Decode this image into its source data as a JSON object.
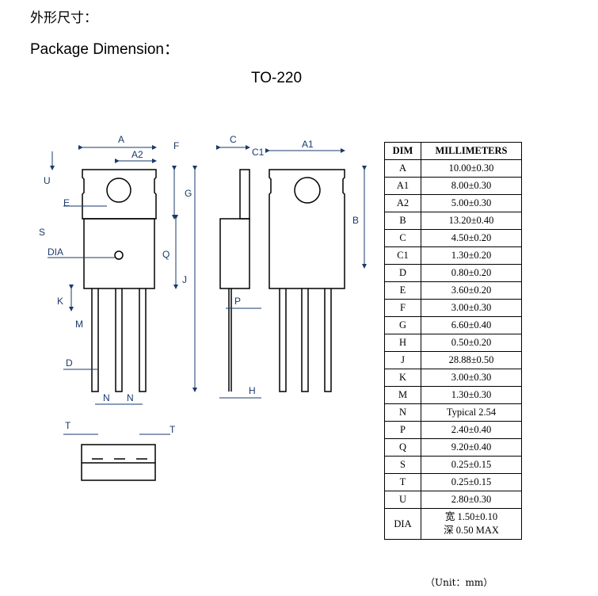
{
  "header": {
    "zh_title": "外形尺寸：",
    "title": "Package Dimension：",
    "package": "TO-220"
  },
  "drawing_labels": {
    "A": "A",
    "A1": "A1",
    "A2": "A2",
    "B": "B",
    "C": "C",
    "C1": "C1",
    "D": "D",
    "E": "E",
    "F": "F",
    "G": "G",
    "H": "H",
    "J": "J",
    "K": "K",
    "M": "M",
    "N": "N",
    "P": "P",
    "Q": "Q",
    "S": "S",
    "T": "T",
    "U": "U",
    "DIA": "DIA"
  },
  "table": {
    "headers": [
      "DIM",
      "MILLIMETERS"
    ],
    "rows": [
      {
        "dim": "A",
        "value": "10.00±0.30"
      },
      {
        "dim": "A1",
        "value": "8.00±0.30"
      },
      {
        "dim": "A2",
        "value": "5.00±0.30"
      },
      {
        "dim": "B",
        "value": "13.20±0.40"
      },
      {
        "dim": "C",
        "value": "4.50±0.20"
      },
      {
        "dim": "C1",
        "value": "1.30±0.20"
      },
      {
        "dim": "D",
        "value": "0.80±0.20"
      },
      {
        "dim": "E",
        "value": "3.60±0.20"
      },
      {
        "dim": "F",
        "value": "3.00±0.30"
      },
      {
        "dim": "G",
        "value": "6.60±0.40"
      },
      {
        "dim": "H",
        "value": "0.50±0.20"
      },
      {
        "dim": "J",
        "value": "28.88±0.50"
      },
      {
        "dim": "K",
        "value": "3.00±0.30"
      },
      {
        "dim": "M",
        "value": "1.30±0.30"
      },
      {
        "dim": "N",
        "value": "Typical 2.54"
      },
      {
        "dim": "P",
        "value": "2.40±0.40"
      },
      {
        "dim": "Q",
        "value": "9.20±0.40"
      },
      {
        "dim": "S",
        "value": "0.25±0.15"
      },
      {
        "dim": "T",
        "value": "0.25±0.15"
      },
      {
        "dim": "U",
        "value": "2.80±0.30"
      }
    ],
    "dia_row": {
      "dim": "DIA",
      "line1": "宽 1.50±0.10",
      "line2": "深 0.50 MAX"
    }
  },
  "footer": {
    "unit": "（Unit：mm）"
  }
}
